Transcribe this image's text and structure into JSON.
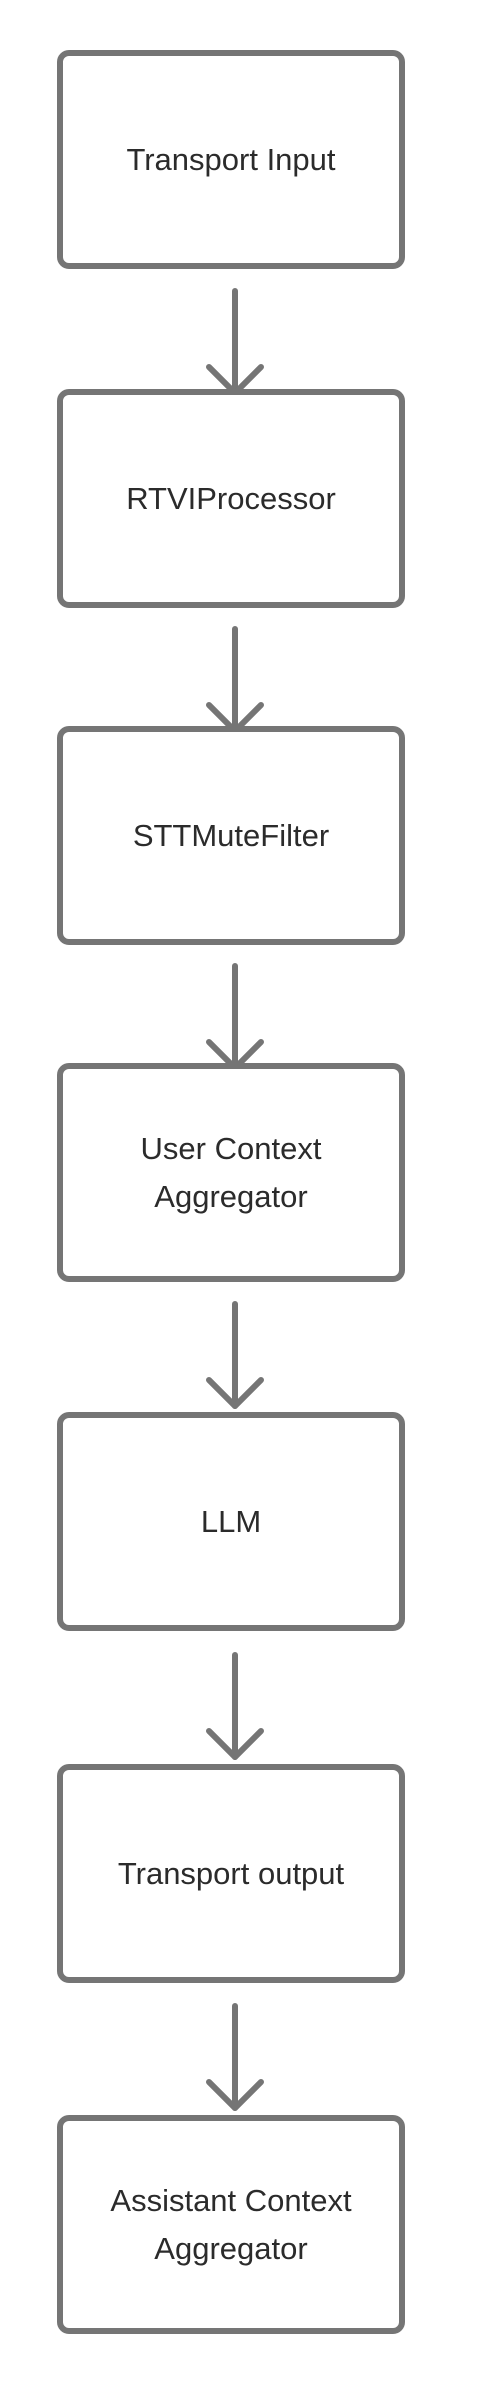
{
  "diagram": {
    "nodes": [
      {
        "id": "transport-input",
        "label": "Transport Input"
      },
      {
        "id": "rtvi-processor",
        "label": "RTVIProcessor"
      },
      {
        "id": "stt-mute-filter",
        "label": "STTMuteFilter"
      },
      {
        "id": "user-context-aggregator",
        "label": "User Context\nAggregator"
      },
      {
        "id": "llm",
        "label": "LLM"
      },
      {
        "id": "transport-output",
        "label": "Transport output"
      },
      {
        "id": "assistant-context-aggregator",
        "label": "Assistant Context\nAggregator"
      }
    ],
    "edges": [
      {
        "from": "transport-input",
        "to": "rtvi-processor"
      },
      {
        "from": "rtvi-processor",
        "to": "stt-mute-filter"
      },
      {
        "from": "stt-mute-filter",
        "to": "user-context-aggregator"
      },
      {
        "from": "user-context-aggregator",
        "to": "llm"
      },
      {
        "from": "llm",
        "to": "transport-output"
      },
      {
        "from": "transport-output",
        "to": "assistant-context-aggregator"
      }
    ],
    "colors": {
      "stroke": "#757575",
      "text": "#2b2b2b",
      "background": "#ffffff"
    }
  }
}
